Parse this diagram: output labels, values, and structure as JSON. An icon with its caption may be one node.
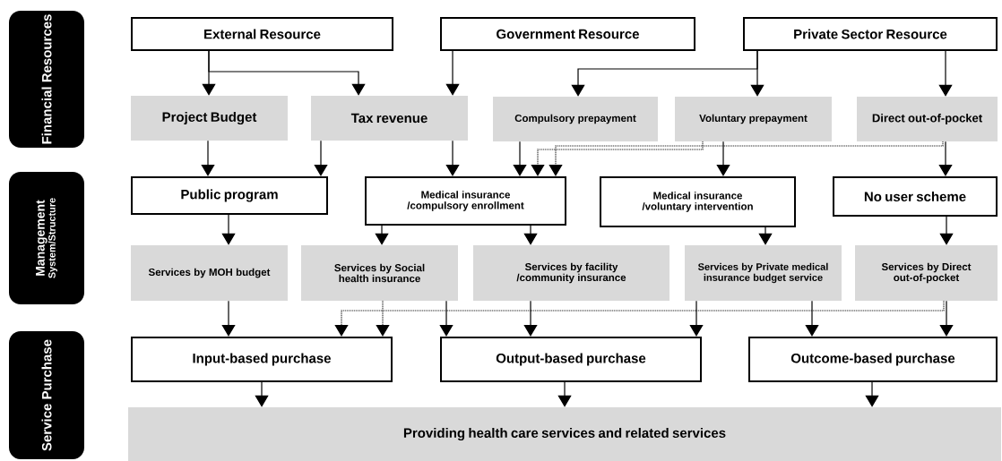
{
  "diagram": {
    "nodes": [
      {
        "text": [
          "Financial Resources"
        ]
      },
      {
        "text": [
          "Management",
          "System/Structure"
        ]
      },
      {
        "text": [
          "Service Purchase"
        ]
      },
      {
        "text": [
          "External Resource"
        ]
      },
      {
        "text": [
          "Government Resource"
        ]
      },
      {
        "text": [
          "Private Sector Resource"
        ]
      },
      {
        "text": [
          "Project Budget"
        ]
      },
      {
        "text": [
          "Tax revenue"
        ]
      },
      {
        "text": [
          "Compulsory prepayment"
        ]
      },
      {
        "text": [
          "Voluntary prepayment"
        ]
      },
      {
        "text": [
          "Direct out-of-pocket"
        ]
      },
      {
        "text": [
          "Public program"
        ]
      },
      {
        "text": [
          "Medical insurance /compulsory enrollment"
        ]
      },
      {
        "text": [
          "Medical insurance /voluntary intervention"
        ]
      },
      {
        "text": [
          "No user scheme"
        ]
      },
      {
        "text": [
          "Services by MOH budget"
        ]
      },
      {
        "text": [
          "Services by Social health insurance"
        ]
      },
      {
        "text": [
          "Services by facility /community insurance"
        ]
      },
      {
        "text": [
          "Services by Private medical insurance budget service"
        ]
      },
      {
        "text": [
          "Services by Direct out-of-pocket"
        ]
      },
      {
        "text": [
          "Input-based purchase"
        ]
      },
      {
        "text": [
          "Output-based purchase"
        ]
      },
      {
        "text": [
          "Outcome-based purchase"
        ]
      },
      {
        "text": [
          "Providing health care services and related services"
        ]
      }
    ],
    "edges": [
      {
        "from": 3,
        "to": 6,
        "arrow": "to"
      },
      {
        "from": 3,
        "to": 7,
        "arrow": "to"
      },
      {
        "from": 4,
        "to": 7,
        "arrow": "to"
      },
      {
        "from": 5,
        "to": 8,
        "arrow": "to"
      },
      {
        "from": 5,
        "to": 9,
        "arrow": "to"
      },
      {
        "from": 5,
        "to": 10,
        "arrow": "to"
      },
      {
        "from": 6,
        "to": 11,
        "arrow": "to"
      },
      {
        "from": 7,
        "to": 11,
        "arrow": "to"
      },
      {
        "from": 7,
        "to": 12,
        "arrow": "to"
      },
      {
        "from": 8,
        "to": 12,
        "arrow": "to"
      },
      {
        "from": 9,
        "to": 12,
        "arrow": "to",
        "style": "dashed"
      },
      {
        "from": 9,
        "to": 13,
        "arrow": "to"
      },
      {
        "from": 10,
        "to": 12,
        "arrow": "to",
        "style": "dashed"
      },
      {
        "from": 10,
        "to": 14,
        "arrow": "to"
      },
      {
        "from": 11,
        "to": 15,
        "arrow": "to"
      },
      {
        "from": 12,
        "to": 16,
        "arrow": "to"
      },
      {
        "from": 12,
        "to": 17,
        "arrow": "to"
      },
      {
        "from": 13,
        "to": 18,
        "arrow": "to"
      },
      {
        "from": 14,
        "to": 19,
        "arrow": "to"
      },
      {
        "from": 15,
        "to": 20,
        "arrow": "to"
      },
      {
        "from": 16,
        "to": 20,
        "arrow": "to",
        "style": "dashed"
      },
      {
        "from": 16,
        "to": 21,
        "arrow": "to"
      },
      {
        "from": 17,
        "to": 21,
        "arrow": "to"
      },
      {
        "from": 18,
        "to": 21,
        "arrow": "to"
      },
      {
        "from": 18,
        "to": 22,
        "arrow": "to"
      },
      {
        "from": 19,
        "to": 20,
        "arrow": "to",
        "style": "dashed"
      },
      {
        "from": 19,
        "to": 22,
        "arrow": "to"
      },
      {
        "from": 20,
        "to": 23,
        "arrow": "to"
      },
      {
        "from": 21,
        "to": 23,
        "arrow": "to"
      },
      {
        "from": 22,
        "to": 23,
        "arrow": "to"
      }
    ]
  }
}
